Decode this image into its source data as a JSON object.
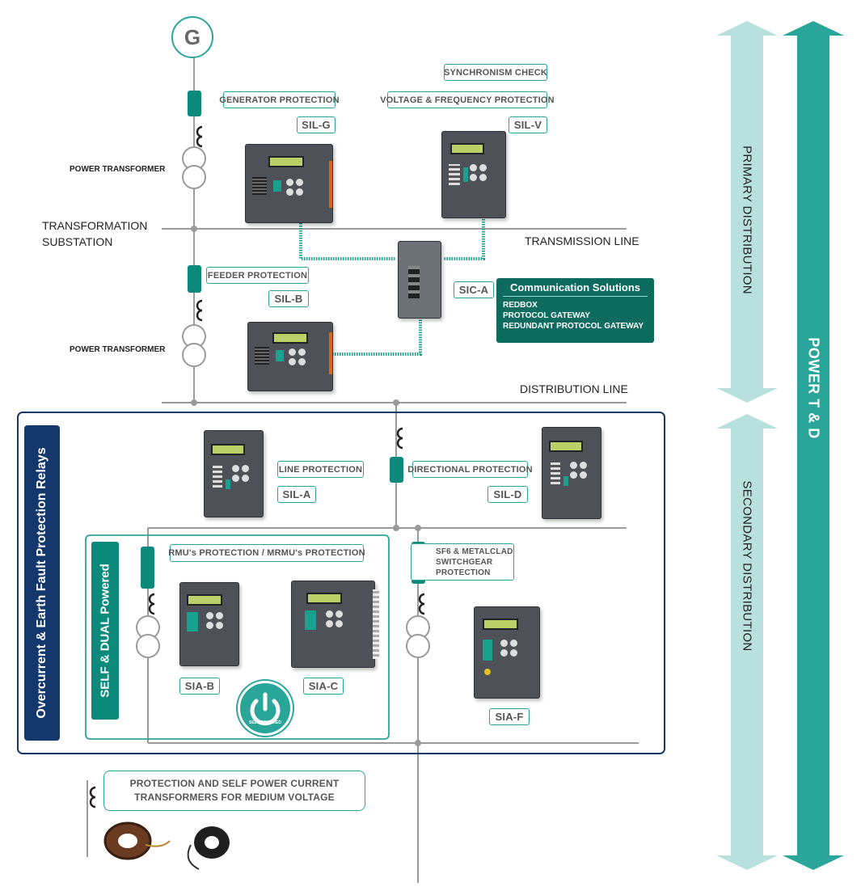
{
  "generator": {
    "symbol": "G"
  },
  "labels": {
    "power_transformer_top": "POWER TRANSFORMER",
    "power_transformer_mid": "POWER TRANSFORMER",
    "transformation_line1": "TRANSFORMATION",
    "transformation_line2": "SUBSTATION",
    "transmission_line": "TRANSMISSION LINE",
    "distribution_line": "DISTRIBUTION LINE"
  },
  "tags": {
    "synchronism_check": "SYNCHRONISM CHECK",
    "generator_protection": "GENERATOR PROTECTION",
    "voltage_frequency_protection": "VOLTAGE & FREQUENCY PROTECTION",
    "sil_g": "SIL-G",
    "sil_v": "SIL-V",
    "feeder_protection": "FEEDER PROTECTION",
    "sil_b": "SIL-B",
    "sic_a": "SIC-A",
    "line_protection": "LINE PROTECTION",
    "sil_a": "SIL-A",
    "directional_protection": "DIRECTIONAL PROTECTION",
    "sil_d": "SIL-D",
    "rmu_protection": "RMU's PROTECTION / MRMU's PROTECTION",
    "sf6_line1": "SF6 & METALCLAD",
    "sf6_line2": "SWITCHGEAR",
    "sf6_line3": "PROTECTION",
    "sia_b": "SIA-B",
    "sia_c": "SIA-C",
    "sia_f": "SIA-F",
    "ct_line1": "PROTECTION AND SELF POWER CURRENT",
    "ct_line2": "TRANSFORMERS  FOR MEDIUM VOLTAGE"
  },
  "communication": {
    "title": "Communication Solutions",
    "items": [
      "REDBOX",
      "PROTOCOL GATEWAY",
      "REDUNDANT PROTOCOL GATEWAY"
    ]
  },
  "side_labels": {
    "overcurrent": "Overcurrent & Earth Fault Protection Relays",
    "self_dual": "SELF & DUAL  Powered",
    "self_powered_badge": "SELF POWERED"
  },
  "arrows": {
    "primary": "PRIMARY DISTRIBUTION",
    "secondary": "SECONDARY DISTRIBUTION",
    "power_td": "POWER T & D"
  },
  "colors": {
    "teal": "#2aa59a",
    "dark_teal": "#0e6b5f",
    "navy": "#14386b",
    "light_teal": "#b8e0dc",
    "line_gray": "#9a9a9a"
  }
}
